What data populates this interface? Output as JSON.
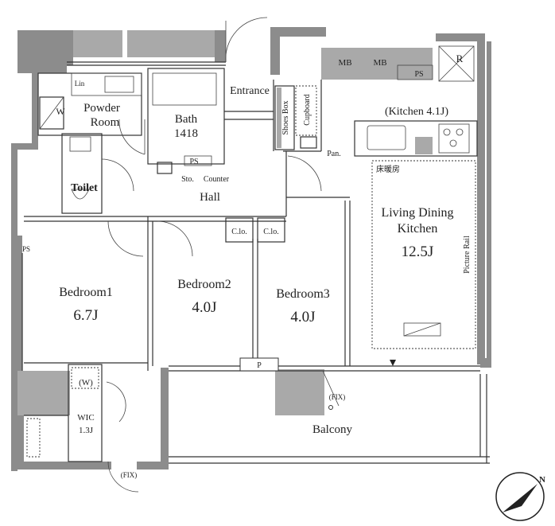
{
  "rooms": {
    "bedroom1": {
      "name": "Bedroom1",
      "area": "6.7J"
    },
    "bedroom2": {
      "name": "Bedroom2",
      "area": "4.0J"
    },
    "bedroom3": {
      "name": "Bedroom3",
      "area": "4.0J"
    },
    "ldk": {
      "name_line1": "Living Dining",
      "name_line2": "Kitchen",
      "area": "12.5J"
    },
    "kitchen": "(Kitchen 4.1J)",
    "bath": {
      "name": "Bath",
      "size": "1418"
    },
    "powder_room": {
      "line1": "Powder",
      "line2": "Room"
    },
    "toilet": "Toilet",
    "hall": "Hall",
    "entrance": "Entrance",
    "balcony": "Balcony",
    "wic": {
      "line1": "WIC",
      "line2": "1.3J",
      "w": "(W)"
    }
  },
  "fixtures": {
    "mb1": "MB",
    "mb2": "MB",
    "ps_top": "PS",
    "ps_bath": "PS",
    "ps_left": "PS",
    "r": "R",
    "lin": "Lin",
    "w": "W",
    "shoes_box": "Shoes Box",
    "cupboard": "Cupboard",
    "pan": "Pan.",
    "sto": "Sto.",
    "counter": "Counter",
    "co1": "C.lo.",
    "co2": "C.lo.",
    "floor_heating": "床暖房",
    "picture_rail": "Picture Rail",
    "p": "P",
    "fix1": "(FIX)",
    "fix2": "(FIX)"
  },
  "compass": "N"
}
